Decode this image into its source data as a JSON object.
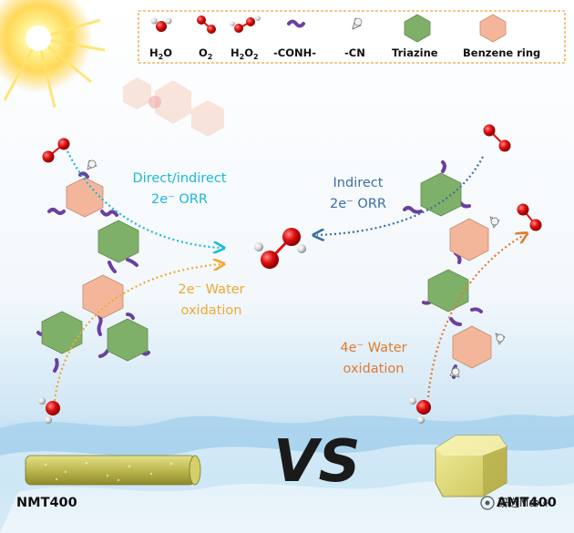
{
  "legend": {
    "items": [
      {
        "main": "H",
        "sub1": "2",
        "rest": "O"
      },
      {
        "main": "O",
        "sub1": "2",
        "rest": ""
      },
      {
        "main": "H",
        "sub1": "2",
        "rest": "O",
        "sub2": "2"
      },
      {
        "main": "-CONH-"
      },
      {
        "main": "-CN"
      },
      {
        "main": "Triazine"
      },
      {
        "main": "Benzene ring"
      }
    ]
  },
  "left": {
    "orr_line1": "Direct/indirect",
    "orr_line2": "2e⁻ ORR",
    "wo_line1": "2e⁻ Water",
    "wo_line2": "oxidation",
    "material": "NMT400"
  },
  "right": {
    "orr_line1": "Indirect",
    "orr_line2": "2e⁻ ORR",
    "wo_line1": "4e⁻ Water",
    "wo_line2": "oxidation",
    "material": "AMT400"
  },
  "vs": "VS",
  "watermark": "研选Max+",
  "colors": {
    "cyan": "#1ab8d8",
    "amber": "#f0a830",
    "steel": "#3a6ea5",
    "orange": "#e07b30",
    "triazine": "#7fb069",
    "benzene": "#f4b69a",
    "linker": "#6b3fa0",
    "oxygen": "#e01010"
  }
}
